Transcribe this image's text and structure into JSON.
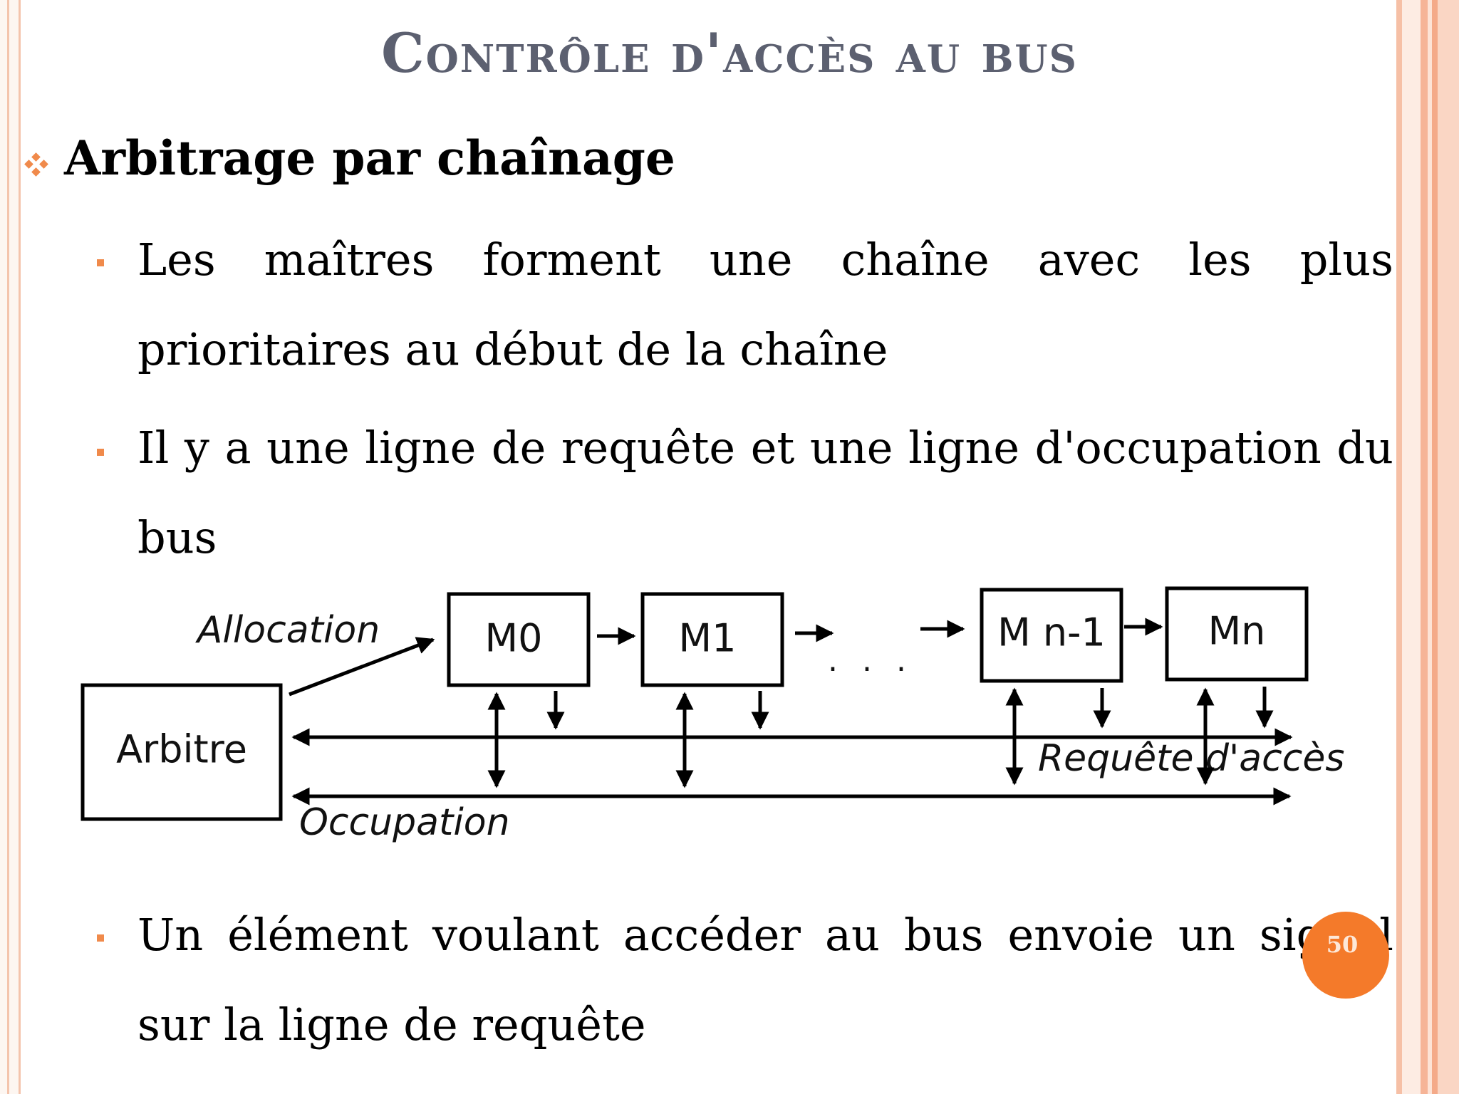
{
  "slide": {
    "title": "Contrôle d'accès au bus",
    "heading": "Arbitrage par chaînage",
    "bullets": [
      {
        "line1": "Les maîtres forment une chaîne avec les plus",
        "line2": "prioritaires  au début de la chaîne"
      },
      {
        "line1": "Il y a une ligne de requête et une ligne d'occupation du",
        "line2": "bus"
      },
      {
        "line1": "Un élément voulant accéder au bus envoie un signal",
        "line2": "sur la  ligne de requête"
      }
    ],
    "page_number": "50"
  },
  "diagram": {
    "arbitre": "Arbitre",
    "allocation": "Allocation",
    "masters": [
      "M0",
      "M1",
      "M n-1",
      "Mn"
    ],
    "ellipsis": ". . .",
    "request_line": "Requête d'accès",
    "occupation_line": "Occupation"
  },
  "colors": {
    "title": "#5c6070",
    "accent": "#f08a4b",
    "badge": "#f47a2a"
  }
}
